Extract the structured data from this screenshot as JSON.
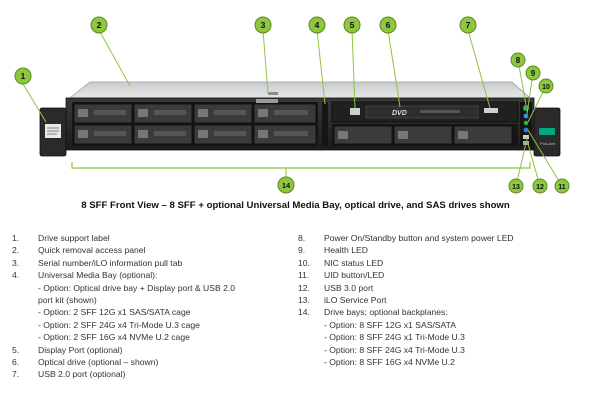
{
  "callouts": [
    "1",
    "2",
    "3",
    "4",
    "5",
    "6",
    "7",
    "8",
    "9",
    "10",
    "11",
    "12",
    "13",
    "14"
  ],
  "server": {
    "optical_logo": "DVD",
    "bezel_text": "ProLiant"
  },
  "colors": {
    "callout_fill": "#8dc63f",
    "callout_stroke": "#5a8a1f",
    "chassis": "#2b2b2b",
    "accent": "#01a982"
  },
  "caption": "8 SFF Front View – 8 SFF + optional Universal Media Bay, optical drive, and SAS drives shown",
  "legend_left": [
    {
      "num": "1.",
      "text": "Drive support label",
      "subs": []
    },
    {
      "num": "2.",
      "text": "Quick removal access panel",
      "subs": []
    },
    {
      "num": "3.",
      "text": "Serial number/iLO information pull tab",
      "subs": []
    },
    {
      "num": "4.",
      "text": "Universal Media Bay (optional):",
      "subs": [
        "- Option: Optical drive bay + Display port & USB 2.0",
        "port kit (shown)",
        "- Option: 2 SFF 12G x1 SAS/SATA cage",
        "- Option: 2 SFF 24G x4 Tri-Mode U.3 cage",
        "- Option: 2 SFF 16G x4 NVMe U.2 cage"
      ]
    },
    {
      "num": "5.",
      "text": "Display Port (optional)",
      "subs": []
    },
    {
      "num": "6.",
      "text": "Optical drive (optional – shown)",
      "subs": []
    },
    {
      "num": "7.",
      "text": "USB 2.0 port (optional)",
      "subs": []
    }
  ],
  "legend_right": [
    {
      "num": "8.",
      "text": "Power On/Standby button and system power LED",
      "subs": []
    },
    {
      "num": "9.",
      "text": "Health LED",
      "subs": []
    },
    {
      "num": "10.",
      "text": "NIC status LED",
      "subs": []
    },
    {
      "num": "11.",
      "text": "UID button/LED",
      "subs": []
    },
    {
      "num": "12.",
      "text": "USB 3.0 port",
      "subs": []
    },
    {
      "num": "13.",
      "text": "iLO Service Port",
      "subs": []
    },
    {
      "num": "14.",
      "text": "Drive bays; optional backplanes:",
      "subs": [
        "- Option: 8 SFF 12G x1 SAS/SATA",
        "- Option: 8 SFF 24G x1 Tri-Mode U.3",
        "- Option: 8 SFF 24G x4 Tri-Mode U.3",
        "- Option: 8 SFF 16G x4 NVMe U.2"
      ]
    }
  ]
}
